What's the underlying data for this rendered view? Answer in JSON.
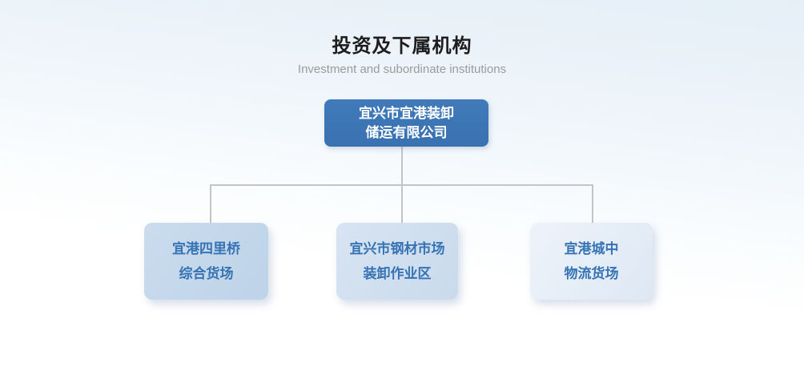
{
  "header": {
    "title": "投资及下属机构",
    "subtitle": "Investment and subordinate institutions"
  },
  "org_chart": {
    "root": {
      "name_lines": [
        "宜兴市宜港装卸",
        "储运有限公司"
      ]
    },
    "children": [
      {
        "name_lines": [
          "宜港四里桥",
          "综合货场"
        ]
      },
      {
        "name_lines": [
          "宜兴市钢材市场",
          "装卸作业区"
        ]
      },
      {
        "name_lines": [
          "宜港城中",
          "物流货场"
        ]
      }
    ]
  },
  "colors": {
    "root_node_bg": "#3b76b5",
    "root_node_text": "#ffffff",
    "child_node_bg_1": "#c2d6e9",
    "child_node_bg_2": "#cfdfef",
    "child_node_bg_3": "#e4edf6",
    "child_node_text": "#3673b4",
    "connector_line": "#c3c4c4",
    "title_text": "#1d1d1d",
    "subtitle_text": "#9b9b9b",
    "background_top": "#e5eff7",
    "background_bottom": "#ffffff"
  }
}
